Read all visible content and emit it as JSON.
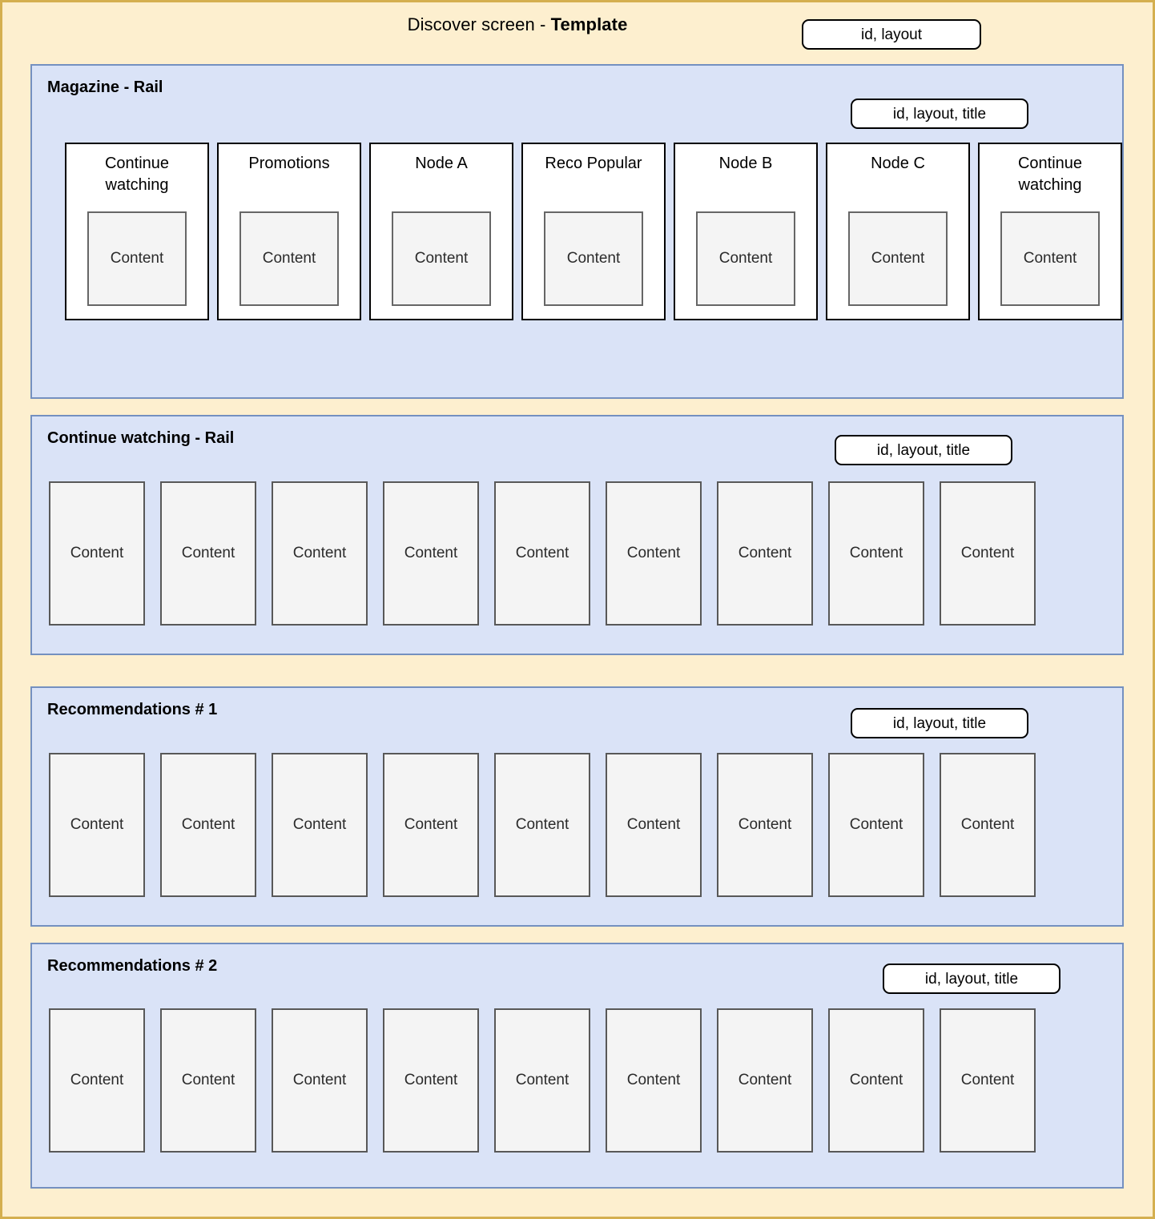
{
  "header": {
    "title_prefix": "Discover screen - ",
    "title_strong": "Template",
    "badge": "id, layout"
  },
  "colors": {
    "page_background": "#fdefcf",
    "page_border": "#d4af4f",
    "panel_background": "#dae3f7",
    "panel_border": "#7490c0",
    "card_background": "#f4f4f4",
    "card_border": "#585858",
    "magazine_card_background": "#ffffff",
    "magazine_card_border": "#000000",
    "badge_background": "#ffffff",
    "badge_border": "#000000"
  },
  "content_label": "Content",
  "sections": [
    {
      "id": "magazine",
      "title": "Magazine - Rail",
      "badge": "id, layout, title",
      "type": "magazine-rail",
      "cards": [
        {
          "title": "Continue watching",
          "content": "Content"
        },
        {
          "title": "Promotions",
          "content": "Content"
        },
        {
          "title": "Node A",
          "content": "Content"
        },
        {
          "title": "Reco Popular",
          "content": "Content"
        },
        {
          "title": "Node B",
          "content": "Content"
        },
        {
          "title": "Node C",
          "content": "Content"
        },
        {
          "title": "Continue watching",
          "content": "Content"
        }
      ]
    },
    {
      "id": "continue",
      "title": "Continue watching - Rail",
      "badge": "id, layout, title",
      "type": "content-rail",
      "cards": [
        {
          "content": "Content"
        },
        {
          "content": "Content"
        },
        {
          "content": "Content"
        },
        {
          "content": "Content"
        },
        {
          "content": "Content"
        },
        {
          "content": "Content"
        },
        {
          "content": "Content"
        },
        {
          "content": "Content"
        },
        {
          "content": "Content"
        }
      ]
    },
    {
      "id": "reco1",
      "title": "Recommendations # 1",
      "badge": "id, layout, title",
      "type": "content-rail",
      "cards": [
        {
          "content": "Content"
        },
        {
          "content": "Content"
        },
        {
          "content": "Content"
        },
        {
          "content": "Content"
        },
        {
          "content": "Content"
        },
        {
          "content": "Content"
        },
        {
          "content": "Content"
        },
        {
          "content": "Content"
        },
        {
          "content": "Content"
        }
      ]
    },
    {
      "id": "reco2",
      "title": "Recommendations # 2",
      "badge": "id, layout, title",
      "type": "content-rail",
      "cards": [
        {
          "content": "Content"
        },
        {
          "content": "Content"
        },
        {
          "content": "Content"
        },
        {
          "content": "Content"
        },
        {
          "content": "Content"
        },
        {
          "content": "Content"
        },
        {
          "content": "Content"
        },
        {
          "content": "Content"
        },
        {
          "content": "Content"
        }
      ]
    }
  ]
}
